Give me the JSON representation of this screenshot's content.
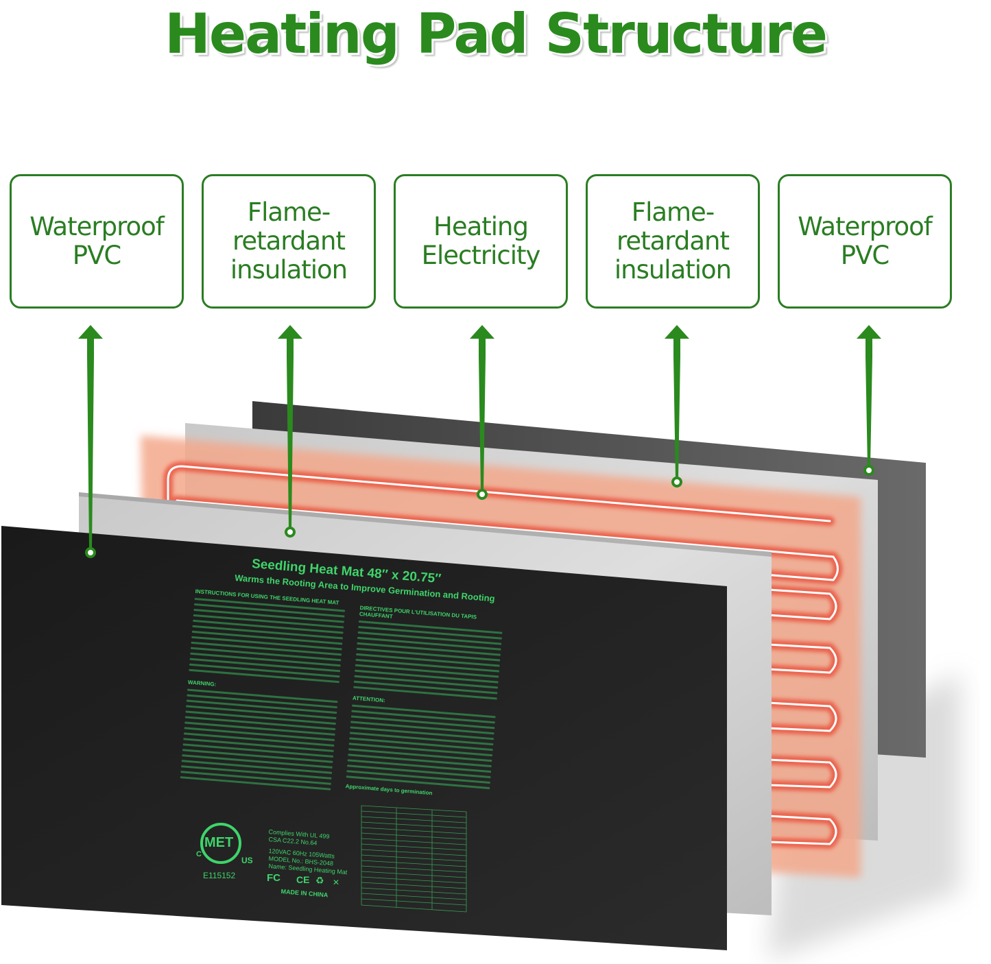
{
  "title": "Heating Pad Structure",
  "colors": {
    "brand_green": "#2a8a1e",
    "box_border": "#2a7d22",
    "mat_text": "#3fd46a",
    "heat_wire": "#e8432e"
  },
  "layers": [
    {
      "label": "Waterproof\nPVC",
      "name": "waterproof-pvc-front"
    },
    {
      "label": "Flame-\nretardant\ninsulation",
      "name": "flame-retardant-insulation-front"
    },
    {
      "label": "Heating\nElectricity",
      "name": "heating-electricity"
    },
    {
      "label": "Flame-\nretardant\ninsulation",
      "name": "flame-retardant-insulation-back"
    },
    {
      "label": "Waterproof\nPVC",
      "name": "waterproof-pvc-back"
    }
  ],
  "mat": {
    "product_title": "Seedling Heat Mat 48″ x 20.75″",
    "subtitle": "Warms the Rooting Area to Improve Germination and Rooting",
    "instructions_heading": "INSTRUCTIONS FOR USING THE SEEDLING HEAT MAT",
    "warning_heading": "WARNING:",
    "directives_heading": "DIRECTIVES POUR L'UTILISATION DU TAPIS CHAUFFANT",
    "attention_heading": "ATTENTION:",
    "table_heading": "Approximate days to germination",
    "cert_logo": "MET",
    "cert_c": "C",
    "cert_us": "US",
    "cert_number": "E115152",
    "complies": "Complies With UL 499",
    "csa": "CSA C22.2 No.64",
    "power": "120VAC 60Hz 105Watts",
    "model": "MODEL No.: BHS-2048",
    "name": "Name: Seedling Heating Mat",
    "fc": "FC",
    "ce": "CE",
    "made_in": "MADE IN CHINA"
  }
}
